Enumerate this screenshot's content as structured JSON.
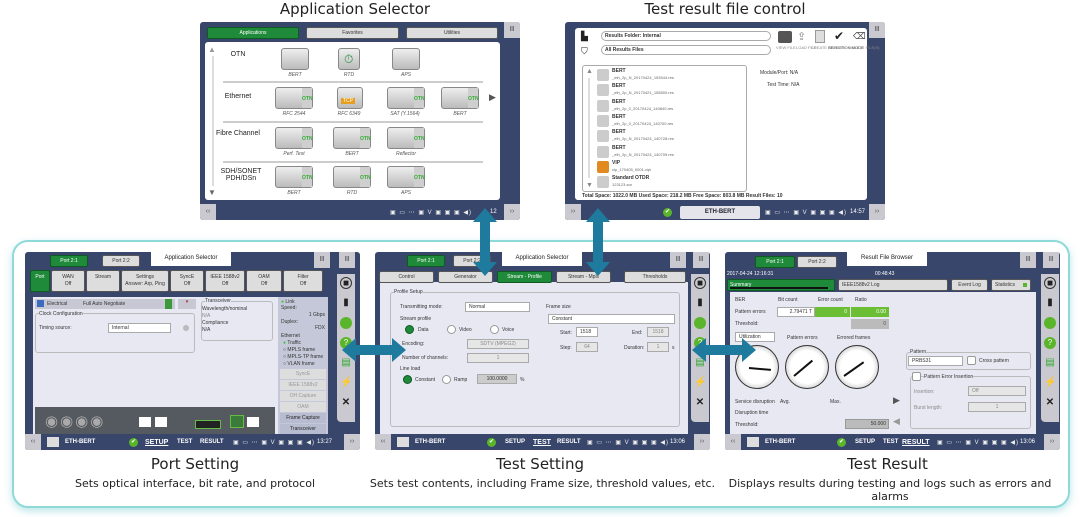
{
  "captions": {
    "app_selector": "Application Selector",
    "test_result_file": "Test result file control",
    "port_setting": {
      "title": "Port Setting",
      "desc": "Sets optical interface, bit rate, and protocol"
    },
    "test_setting": {
      "title": "Test Setting",
      "desc": "Sets test contents, including Frame size, threshold values, etc."
    },
    "test_result": {
      "title": "Test Result",
      "desc": "Displays results during testing and logs such as errors and alarms"
    }
  },
  "app_selector": {
    "tabs": [
      "Applications",
      "Favorites",
      "Utilities"
    ],
    "active_tab": "Applications",
    "otn_badge": "OTN",
    "categories": [
      {
        "name": "OTN",
        "apps": [
          "BERT",
          "RTD",
          "APS"
        ]
      },
      {
        "name": "Ethernet",
        "apps": [
          "RFC 2544",
          "RFC 6349",
          "SAT (Y.1564)",
          "BERT"
        ]
      },
      {
        "name": "Fibre Channel",
        "apps": [
          "Perf. Test",
          "BERT",
          "Reflector"
        ]
      },
      {
        "name": "SDH/SONET PDH/DSn",
        "apps": [
          "BERT",
          "RTD",
          "APS"
        ]
      }
    ],
    "clock": "12"
  },
  "file_control": {
    "folder": "Results Folder: Internal",
    "filter": "All Results Files",
    "toolbar": [
      "VIEW FILE",
      "LOAD FILE",
      "CREATE REPORT",
      "SELECTION MODE",
      "DELETE FILE(S)"
    ],
    "files": [
      {
        "type": "BERT",
        "name": "_eth_2p_N_20170424_153544.res"
      },
      {
        "type": "BERT",
        "name": "_eth_2p_N_20170421_155800.res"
      },
      {
        "type": "BERT",
        "name": "_eth_2p_0_20170424_140840.res"
      },
      {
        "type": "BERT",
        "name": "_eth_2p_0_20170424_140700.res"
      },
      {
        "type": "BERT",
        "name": "_eth_2p_N_20170424_140728.res"
      },
      {
        "type": "BERT",
        "name": "_eth_2p_N_20170424_140709.res"
      },
      {
        "type": "VIP",
        "name": "vip_170405_0001.vipi"
      },
      {
        "type": "Standard OTDR",
        "name": "123123.sor"
      }
    ],
    "module_port": "Module/Port: N/A",
    "test_time": "Test Time: N/A",
    "footer": "Total Space: 1022.0 MB   Used Space: 218.2 MB   Free Space: 803.8 MB   Result Files: 10",
    "app_name": "ETH-BERT",
    "clock": "14:57"
  },
  "port_setting": {
    "ports": [
      "Port 2:1",
      "Port 2:2"
    ],
    "title_tab": "Application Selector",
    "tabs": [
      {
        "label": "Port",
        "value": ""
      },
      {
        "label": "WAN",
        "value": "Off"
      },
      {
        "label": "Stream",
        "value": ""
      },
      {
        "label": "Settings",
        "value": "Answer: Arp, Ping"
      },
      {
        "label": "SyncE",
        "value": "Off"
      },
      {
        "label": "IEEE 1588v2",
        "value": "Off"
      },
      {
        "label": "OAM",
        "value": "Off"
      },
      {
        "label": "Filter",
        "value": "Off"
      }
    ],
    "interface": "Electrical",
    "negotiate": "Full Auto Negotiate",
    "clock_config": "Clock Configuration",
    "timing_label": "Timing source:",
    "timing_value": "Internal",
    "transceiver": {
      "title": "Transceiver",
      "wavelength_label": "Wavelength/nominal",
      "wavelength": "N/A",
      "compliance_label": "Compliance",
      "compliance": "N/A"
    },
    "status": {
      "link": "Link",
      "speed_label": "Speed:",
      "speed": "1 Gbps",
      "duplex_label": "Duplex:",
      "duplex": "FDX",
      "ethernet": "Ethernet",
      "traffic": "Traffic",
      "frames": [
        "MPLS frame",
        "MPLS-TP frame",
        "VLAN frame"
      ]
    },
    "side_buttons": [
      "SyncE",
      "IEEE 1588v2",
      "OH Capture",
      "OAM",
      "Frame Capture",
      "Transceiver"
    ],
    "statusbar": {
      "app": "ETH-BERT",
      "setup": "SETUP",
      "test": "TEST",
      "result": "RESULT",
      "active": "SETUP",
      "clock": "13:27"
    }
  },
  "test_setting": {
    "ports": [
      "Port 2:1",
      "Port 2:2"
    ],
    "title_tab": "Application Selector",
    "tabs": [
      "Control",
      "Generator",
      "Stream - Profile",
      "Stream - Mpls",
      "Thresholds"
    ],
    "active_tab": "Stream - Profile",
    "profile_setup": "Profile Setup",
    "transmitting_mode_label": "Transmitting mode:",
    "transmitting_mode": "Normal",
    "stream_profile": "Stream profile",
    "profile_options": [
      "Data",
      "Video",
      "Voice"
    ],
    "profile_selected": "Data",
    "encoding_label": "Encoding:",
    "encoding": "SDTV (MPEG2)",
    "channels_label": "Number of channels:",
    "channels": "1",
    "line_load": "Line load",
    "load_options": [
      "Constant",
      "Ramp"
    ],
    "load_selected": "Constant",
    "load_value": "100.0000",
    "load_unit": "%",
    "frame_size": "Frame size",
    "frame_mode": "Constant",
    "start_label": "Start:",
    "start": "1518",
    "end_label": "End:",
    "end": "1518",
    "step_label": "Step:",
    "step": "64",
    "duration_label": "Duration:",
    "duration": "1",
    "duration_unit": "s",
    "statusbar": {
      "app": "ETH-BERT",
      "setup": "SETUP",
      "test": "TEST",
      "result": "RESULT",
      "active": "TEST",
      "clock": "13:06"
    }
  },
  "test_result": {
    "ports": [
      "Port 2:1",
      "Port 2:2"
    ],
    "title_tab": "Result File Browser",
    "datetime": "2017-04-24 12:16:31",
    "elapsed": "00:48:43",
    "tabs": [
      "Summary",
      "IEEE1588v2 Log",
      "Event Log",
      "Statistics"
    ],
    "headers": [
      "BER",
      "Bit count",
      "Error count",
      "Ratio"
    ],
    "pattern_errors_label": "Pattern errors",
    "bit_count": "2.79471 T",
    "error_count": "0",
    "ratio": "0.00",
    "threshold_label": "Threshold:",
    "threshold_value": "0",
    "gauge_select": "Utilization",
    "gauge_labels": [
      "Pattern errors",
      "Errored frames"
    ],
    "gauge_values": {
      "utilization": 100,
      "pattern_errors": 0.8,
      "errored_frames": 0.8
    },
    "service_disruption": "Service disruption",
    "avg": "Avg.",
    "max": "Max.",
    "disruption_time": "Disruption time",
    "threshold2_label": "Threshold:",
    "threshold2": "50.000",
    "pattern_title": "Pattern",
    "pattern": "PRBS31",
    "cross_pattern": "Cross pattern",
    "pei_title": "Pattern Error Insertion",
    "insertion_label": "Insertion:",
    "insertion": "Off",
    "burst_label": "Burst length:",
    "burst": "1",
    "statusbar": {
      "app": "ETH-BERT",
      "setup": "SETUP",
      "test": "TEST",
      "result": "RESULT",
      "active": "RESULT",
      "clock": "13:06"
    }
  }
}
